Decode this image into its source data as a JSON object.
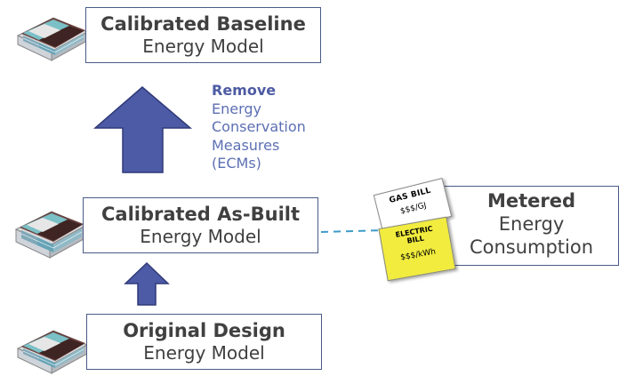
{
  "diagram": {
    "baseline": {
      "title": "Calibrated Baseline",
      "subtitle": "Energy Model"
    },
    "asbuilt": {
      "title": "Calibrated As-Built",
      "subtitle": "Energy Model"
    },
    "original": {
      "title": "Original Design",
      "subtitle": "Energy Model"
    },
    "metered": {
      "line1": "Metered",
      "line2": "Energy",
      "line3": "Consumption"
    },
    "ecm_note": {
      "line1": "Remove",
      "line2": "Energy",
      "line3": "Conservation",
      "line4": "Measures",
      "line5": "(ECMs)"
    },
    "gas_bill": {
      "title": "GAS BILL",
      "unit": "$$$/GJ"
    },
    "electric_bill": {
      "title_line1": "ELECTRIC",
      "title_line2": "BILL",
      "unit": "$$$/kWh"
    }
  },
  "colors": {
    "arrow_fill": "#4d5aa6",
    "arrow_stroke": "#2f3a78",
    "box_border": "#4a5a86",
    "dashed_connector": "#3d9bc8",
    "electric_bill": "#f1ec3e"
  },
  "icons": [
    "building-model-icon",
    "up-arrow-icon",
    "gas-bill-icon",
    "electric-bill-icon"
  ]
}
